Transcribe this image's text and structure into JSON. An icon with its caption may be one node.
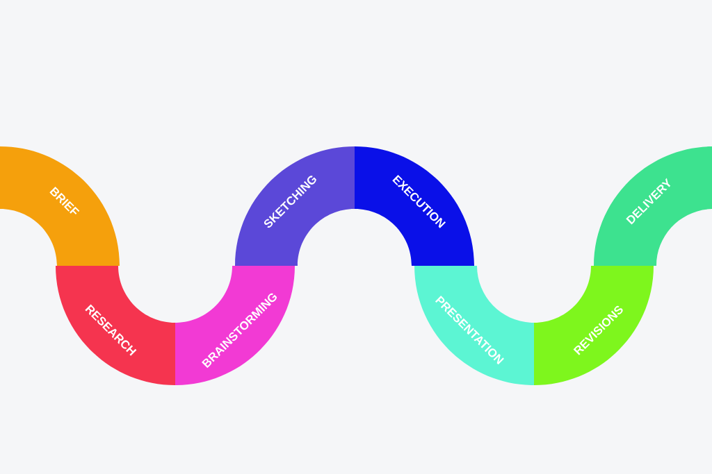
{
  "diagram": {
    "nodes": [
      {
        "text": [
          "BRIEF"
        ]
      },
      {
        "text": [
          "RESEARCH"
        ]
      },
      {
        "text": [
          "BRAINSTORMING"
        ]
      },
      {
        "text": [
          "SKETCHING"
        ]
      },
      {
        "text": [
          "EXECUTION"
        ]
      },
      {
        "text": [
          "PRESENTATION"
        ]
      },
      {
        "text": [
          "REVISIONS"
        ]
      },
      {
        "text": [
          "DELIVERY"
        ]
      }
    ]
  }
}
